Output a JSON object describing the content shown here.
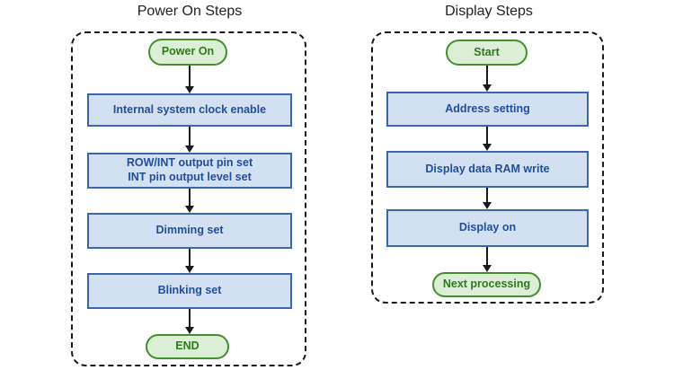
{
  "colors": {
    "background": "#ffffff",
    "process_fill": "#d3e0f2",
    "process_border": "#3a67ac",
    "process_text": "#1f4e9c",
    "terminal_fill": "#ddeed6",
    "terminal_border": "#41902c",
    "terminal_text": "#2c7a1c",
    "outline_and_arrows": "#1a1a1a"
  },
  "diagrams": [
    {
      "title": "Power On Steps",
      "nodes": [
        {
          "type": "terminal",
          "label": "Power On"
        },
        {
          "type": "process",
          "label": "Internal system clock enable"
        },
        {
          "type": "process",
          "lines": [
            "ROW/INT output pin set",
            "INT pin output level set"
          ]
        },
        {
          "type": "process",
          "label": "Dimming set"
        },
        {
          "type": "process",
          "label": "Blinking set"
        },
        {
          "type": "terminal",
          "label": "END"
        }
      ]
    },
    {
      "title": "Display Steps",
      "nodes": [
        {
          "type": "terminal",
          "label": "Start"
        },
        {
          "type": "process",
          "label": "Address setting"
        },
        {
          "type": "process",
          "label": "Display data RAM write"
        },
        {
          "type": "process",
          "label": "Display on"
        },
        {
          "type": "terminal",
          "label": "Next processing"
        }
      ]
    }
  ]
}
